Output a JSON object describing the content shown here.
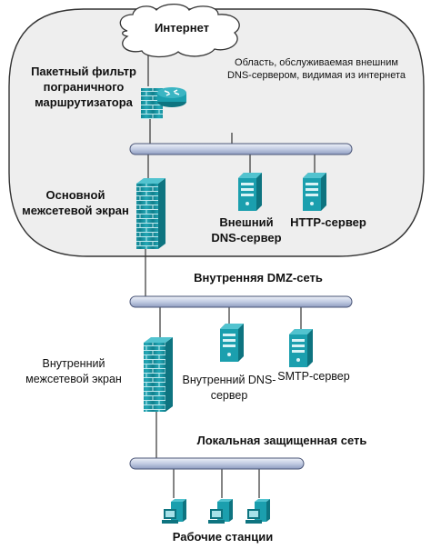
{
  "cloud": {
    "label": "Интернет"
  },
  "zone_caption": "Область, обслуживаемая внешним DNS-сервером, видимая из интернета",
  "router": {
    "label": "Пакетный фильтр пограничного маршрутизатора"
  },
  "outer_firewall": {
    "label": "Основной межсетевой экран"
  },
  "ext_dns": {
    "label": "Внешний DNS-сервер"
  },
  "http": {
    "label": "HTTP-сервер"
  },
  "dmz": {
    "label": "Внутренняя DMZ-сеть"
  },
  "inner_firewall": {
    "label": "Внутренний межсетевой экран"
  },
  "int_dns": {
    "label": "Внутренний DNS-сервер"
  },
  "smtp": {
    "label": "SMTP-сервер"
  },
  "lan": {
    "label": "Локальная защищенная сеть"
  },
  "workstations": {
    "label": "Рабочие станции"
  },
  "colors": {
    "device_teal": "#1a9aa8",
    "zone_fill": "#eeeeee",
    "bus_fill": "#c9d2e6"
  }
}
